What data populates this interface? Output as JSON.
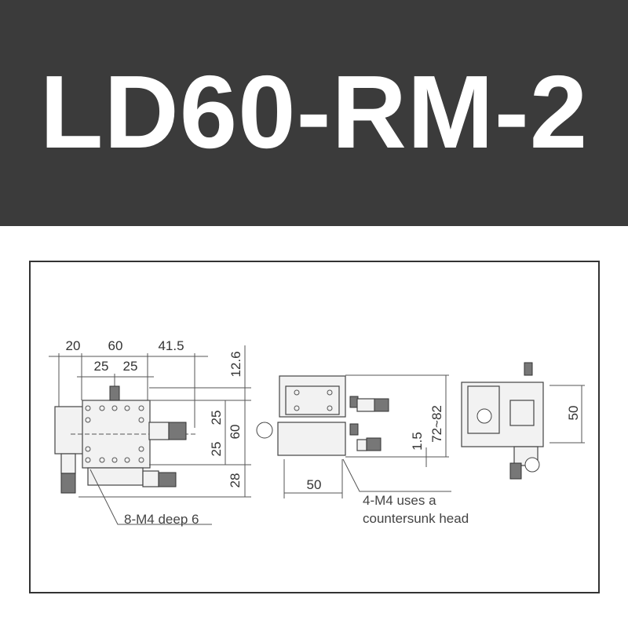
{
  "header": {
    "title": "LD60-RM-2"
  },
  "drawing": {
    "top_view": {
      "dims_horizontal": [
        "20",
        "60",
        "41.5"
      ],
      "dims_hole_spacing": [
        "25",
        "25"
      ],
      "dims_vertical": [
        "12.6",
        "25",
        "60",
        "25",
        "28"
      ],
      "note": "8-M4 deep 6"
    },
    "side_view": {
      "dim_base": "50",
      "dim_gap": "1.5",
      "dim_height": "72~82",
      "note_line1": "4-M4 uses a",
      "note_line2": "countersunk head"
    },
    "end_view": {
      "dim_vertical": "50"
    }
  }
}
